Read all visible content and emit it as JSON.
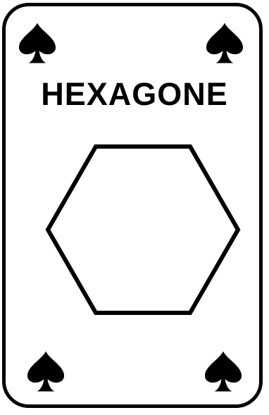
{
  "card": {
    "title": "HEXAGONE",
    "shape_icon": "hexagon-outline",
    "suit_icon": "spade",
    "colors": {
      "ink": "#000000",
      "background": "#ffffff"
    }
  }
}
